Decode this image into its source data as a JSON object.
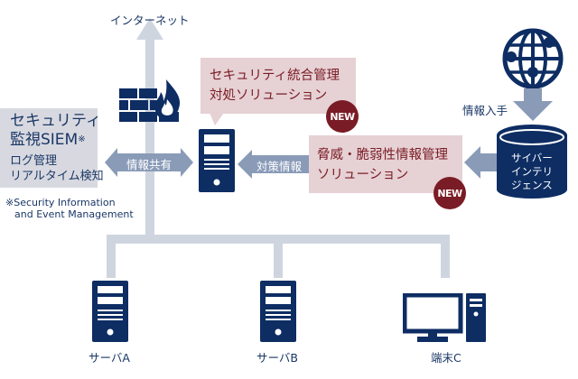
{
  "diagram": {
    "internet_label": "インターネット",
    "siem": {
      "title_line1": "セキュリティ",
      "title_line2": "監視SIEM",
      "title_mark": "※",
      "sub_line1": "ログ管理",
      "sub_line2": "リアルタイム検知",
      "footnote_line1": "※Security Information",
      "footnote_line2": "and Event Management"
    },
    "info_share_label": "情報共有",
    "countermeasure_label": "対策情報",
    "integrated_solution": {
      "line1": "セキュリティ統合管理",
      "line2": "対処ソリューション",
      "badge": "NEW"
    },
    "threat_solution": {
      "line1": "脅威・脆弱性情報管理",
      "line2": "ソリューション",
      "badge": "NEW"
    },
    "info_acquire_label": "情報入手",
    "cyber_intel": {
      "line1": "サイバー",
      "line2": "インテリ",
      "line3": "ジェンス"
    },
    "nodes": [
      {
        "label": "サーバA"
      },
      {
        "label": "サーバB"
      },
      {
        "label": "端末C"
      }
    ],
    "colors": {
      "navy": "#0d2d63",
      "line_gray": "#cfd5df",
      "arrow_blue": "#8a9bb8",
      "pink_box": "#e6d1d4",
      "maroon": "#7a1c25",
      "siem_box": "#d8d9e0"
    }
  }
}
